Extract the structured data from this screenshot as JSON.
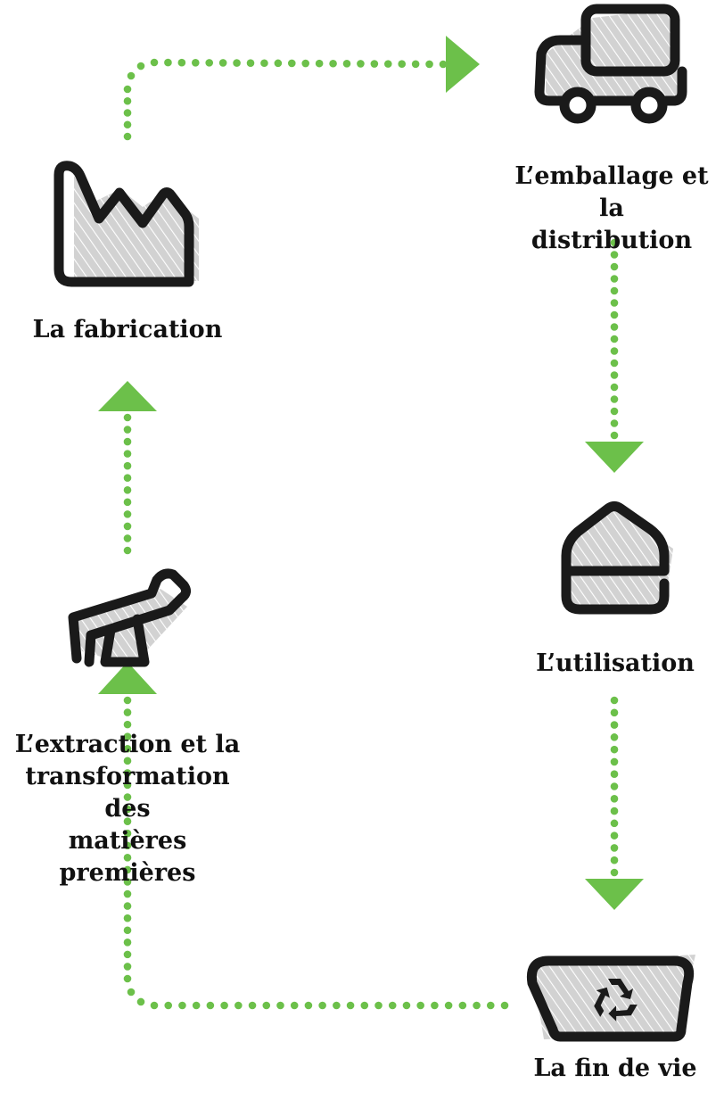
{
  "stages": {
    "fabrication": {
      "lines": [
        "La fabrication"
      ]
    },
    "emballage": {
      "lines": [
        "L’emballage et la",
        "distribution"
      ]
    },
    "utilisation": {
      "lines": [
        "L’utilisation"
      ]
    },
    "extraction": {
      "lines": [
        "L’extraction et la",
        "transformation des",
        "matières premières"
      ]
    },
    "fin_de_vie": {
      "lines": [
        "La fin de vie"
      ]
    }
  },
  "colors": {
    "arrow": "#6cc04a",
    "outline": "#1a1a1a",
    "fill": "#d2d2d2",
    "hatch": "#ffffff"
  },
  "icons": [
    "factory-icon",
    "truck-icon",
    "house-icon",
    "oil-pump-icon",
    "recycle-bin-icon"
  ]
}
